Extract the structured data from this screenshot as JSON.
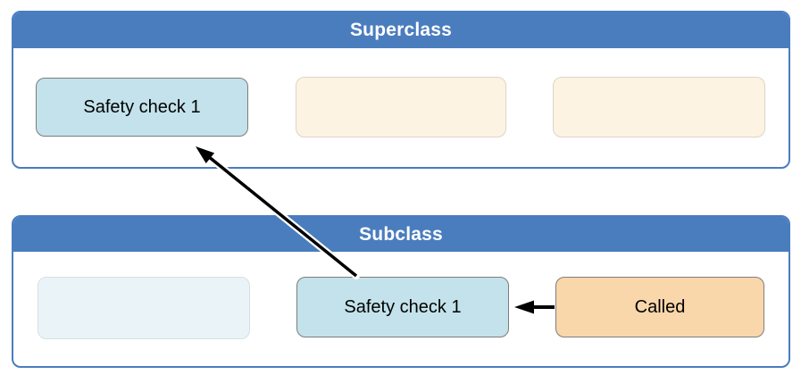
{
  "colors": {
    "panel_blue": "#4A7DBE",
    "header_text": "#FFFFFF",
    "safety_box_fill": "#C3E2EB",
    "safety_box_border": "#7D7D7D",
    "cream_box_fill": "#FDF3E3",
    "cream_box_border": "#DBD5C8",
    "faint_box_fill": "#EAF4F8",
    "faint_box_border": "#D6E0E3",
    "called_box_fill": "#F9D7AB",
    "called_box_border": "#7D7D7D",
    "arrow_color": "#000000",
    "label_text": "#000000"
  },
  "superclass": {
    "title": "Superclass",
    "boxes": [
      {
        "label": "Safety check 1",
        "style": "highlighted-blue"
      },
      {
        "label": "",
        "style": "cream-empty"
      },
      {
        "label": "",
        "style": "cream-empty"
      }
    ]
  },
  "subclass": {
    "title": "Subclass",
    "boxes": [
      {
        "label": "",
        "style": "faint-blue-empty"
      },
      {
        "label": "Safety check 1",
        "style": "highlighted-blue"
      },
      {
        "label": "Called",
        "style": "peach"
      }
    ]
  },
  "arrows": [
    {
      "name": "called-to-subclass-safety-check",
      "from": "Called",
      "to": "Safety check 1 (Subclass)"
    },
    {
      "name": "subclass-safety-check-to-superclass-safety-check",
      "from": "Safety check 1 (Subclass)",
      "to": "Safety check 1 (Superclass)"
    }
  ]
}
